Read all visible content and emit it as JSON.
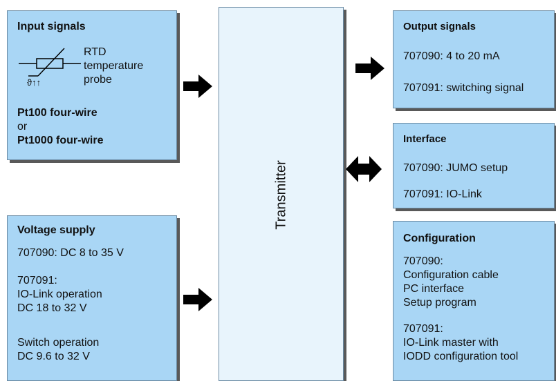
{
  "input": {
    "title": "Input signals",
    "probe_lines": [
      "RTD",
      "temperature",
      "probe"
    ],
    "symbol_label": "ϑ↑↑",
    "line1": "Pt100 four-wire",
    "line2": "or",
    "line3": "Pt1000 four-wire"
  },
  "supply": {
    "title": "Voltage supply",
    "lines": [
      "707090: DC 8 to 35 V",
      "707091:",
      "IO-Link operation",
      "DC 18 to 32 V",
      "Switch operation",
      "DC 9.6 to 32 V"
    ]
  },
  "center": {
    "label": "Transmitter"
  },
  "output": {
    "title": "Output signals",
    "lines": [
      "707090: 4 to 20 mA",
      "707091: switching signal"
    ]
  },
  "interface": {
    "title": "Interface",
    "lines": [
      "707090: JUMO setup",
      "707091: IO-Link"
    ]
  },
  "config": {
    "title": "Configuration",
    "lines": [
      "707090:",
      "Configuration cable",
      "PC interface",
      "Setup program",
      "707091:",
      "IO-Link master with",
      "IODD configuration tool"
    ]
  },
  "colors": {
    "box": "#a9d6f5",
    "center": "#e8f4fc",
    "shadow": "#595959",
    "arrow": "#000000"
  }
}
